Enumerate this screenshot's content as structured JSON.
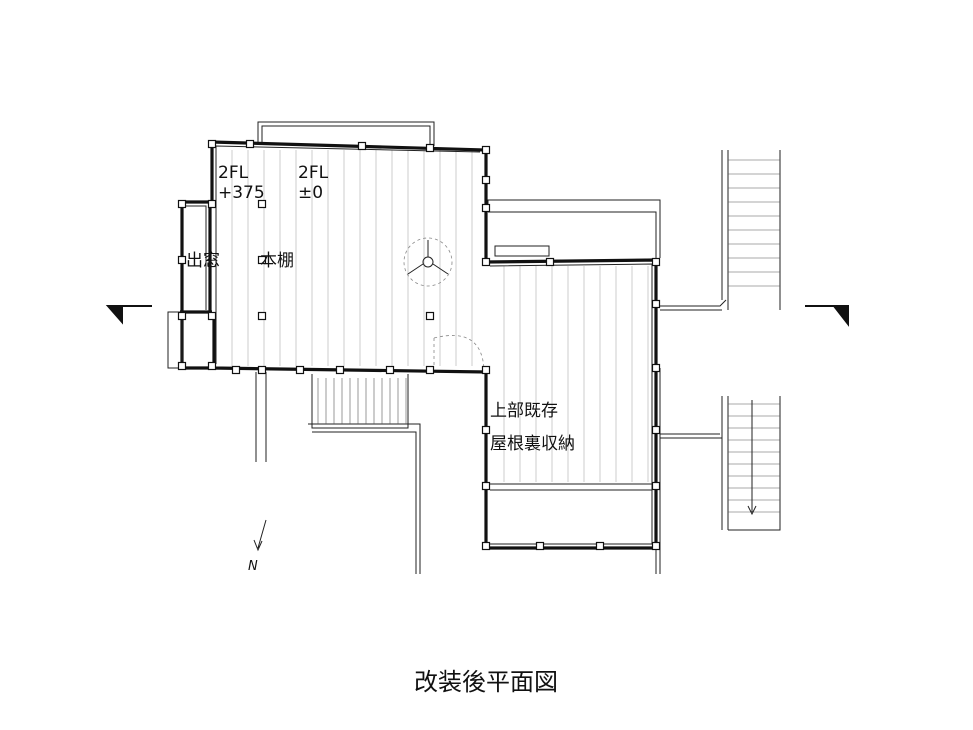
{
  "labels": {
    "level_upper": "2FL\n+375",
    "level_main": "2FL\n±0",
    "bay_window": "出窓",
    "bookshelf": "本棚",
    "existing_attic": "上部既存\n屋根裏収納",
    "north": "N"
  },
  "title": "改装後平面図"
}
